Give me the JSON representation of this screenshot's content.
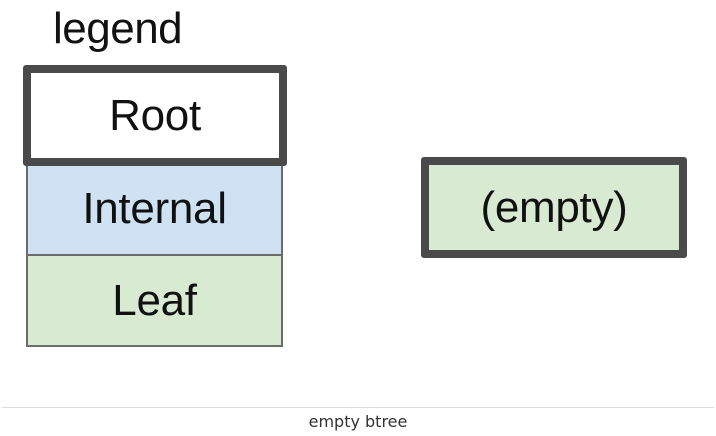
{
  "legend": {
    "title": "legend",
    "items": [
      {
        "label": "Root",
        "fill": "#ffffff",
        "outline": "#4a4a4a"
      },
      {
        "label": "Internal",
        "fill": "#cfe2f3",
        "outline": "#6b6b6b"
      },
      {
        "label": "Leaf",
        "fill": "#d9ead3",
        "outline": "#6b6b6b"
      }
    ]
  },
  "tree": {
    "node_label": "(empty)",
    "node_type": "Root",
    "node_fill": "#d9ead3",
    "node_outline": "#4a4a4a"
  },
  "caption": "empty btree"
}
